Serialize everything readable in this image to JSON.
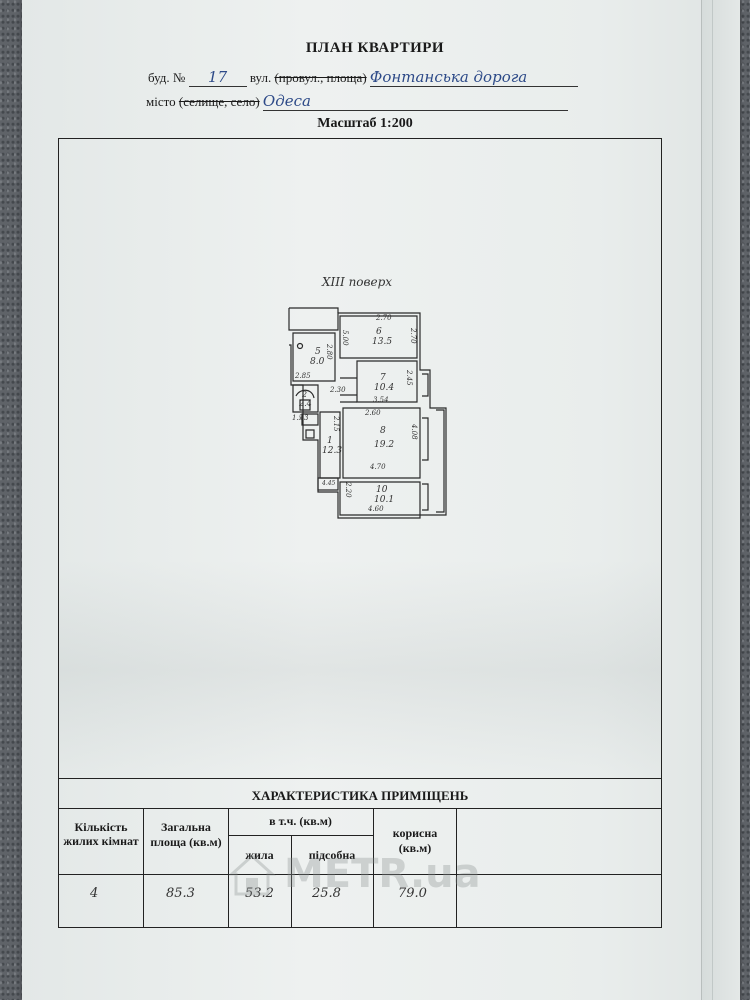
{
  "document": {
    "title": "ПЛАН КВАРТИРИ",
    "building_label": "буд. №",
    "building_number": "17",
    "street_label": "вул.",
    "street_struck": "(провул., площа)",
    "street_name": "Фонтанська дорога",
    "city_label": "місто",
    "city_struck": "(селище, село)",
    "city_name": "Одеса",
    "scale_label": "Масштаб 1:200",
    "floor_label": "XIII поверх"
  },
  "plan": {
    "rooms": [
      {
        "num": "1",
        "area": "12.3"
      },
      {
        "num": "2",
        "area": "2.4"
      },
      {
        "num": "3",
        "area": "1.5"
      },
      {
        "num": "5",
        "area": "8.0"
      },
      {
        "num": "6",
        "area": "13.5"
      },
      {
        "num": "7",
        "area": "10.4"
      },
      {
        "num": "8",
        "area": "19.2"
      },
      {
        "num": "10",
        "area": "10.1"
      }
    ],
    "dims": {
      "d1": "2.70",
      "d2": "5.00",
      "d3": "2.70",
      "d4": "2.80",
      "d5": "2.85",
      "d6": "2.30",
      "d7": "2.45",
      "d8": "3.54",
      "d9": "2.60",
      "d10": "4.08",
      "d11": "4.70",
      "d12": "2.15",
      "d13": "4.45",
      "d14": "2.20",
      "d15": "4.60"
    }
  },
  "table": {
    "title": "ХАРАКТЕРИСТИКА ПРИМІЩЕНЬ",
    "col_rooms": "Кількість жилих кімнат",
    "col_total": "Загальна площа (кв.м)",
    "col_incl": "в т.ч. (кв.м)",
    "col_living": "жила",
    "col_aux": "підсобна",
    "col_useful": "корисна (кв.м)",
    "row": {
      "rooms": "4",
      "total": "85.3",
      "living": "53.2",
      "aux": "25.8",
      "useful": "79.0"
    }
  },
  "watermark": {
    "text": "METR.ua"
  }
}
